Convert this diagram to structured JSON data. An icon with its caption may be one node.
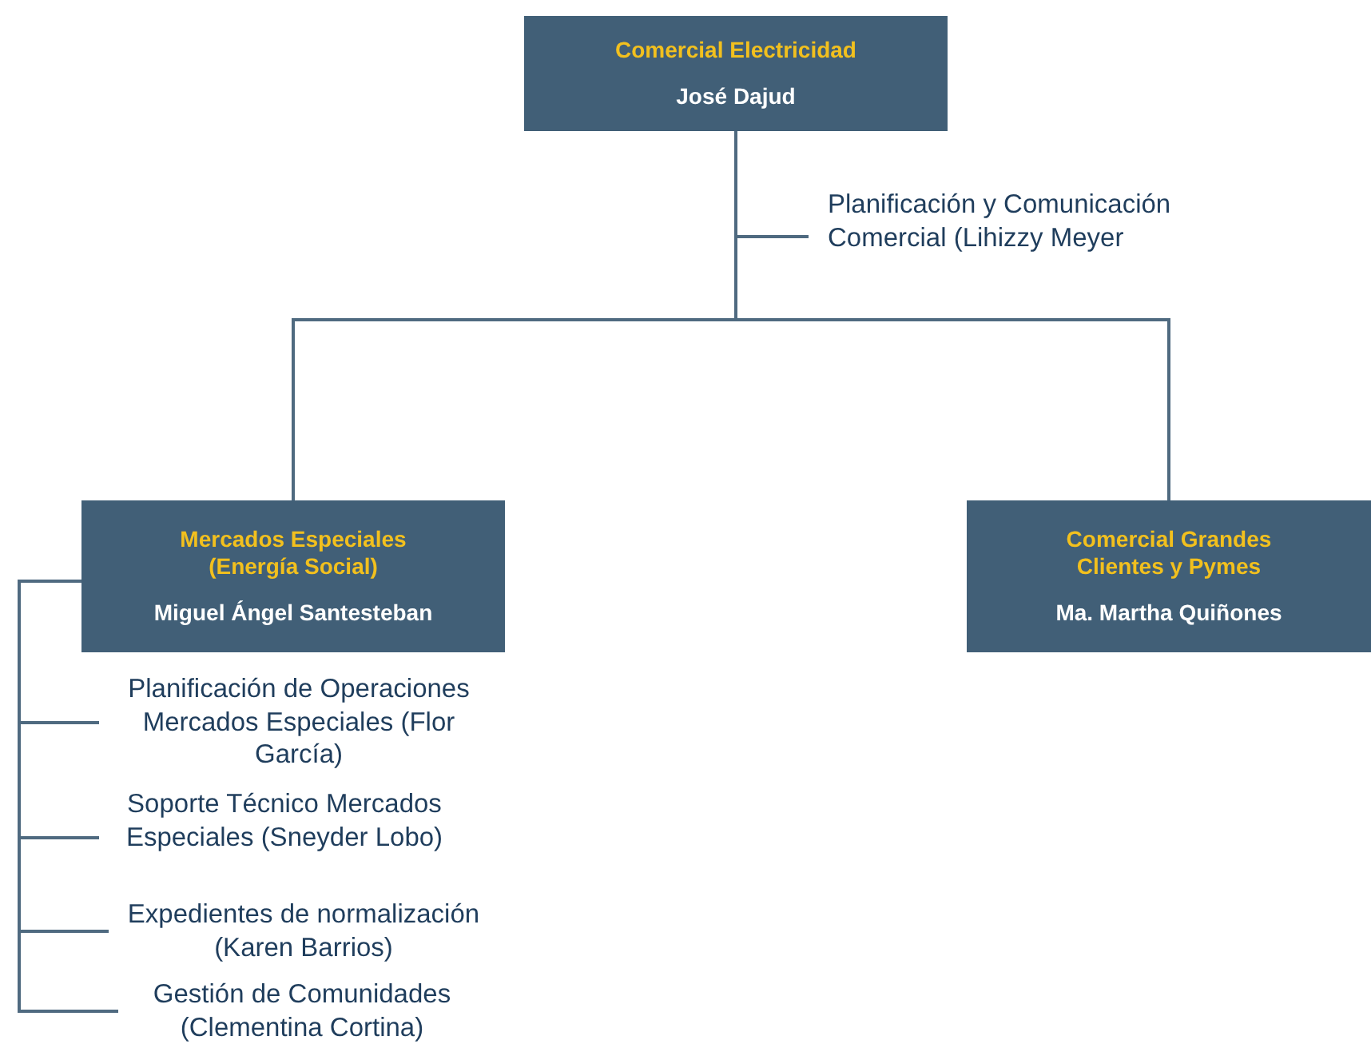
{
  "diagram": {
    "nodes": [
      {
        "text": [
          "Comercial Electricidad",
          "José Dajud"
        ]
      },
      {
        "text": [
          "Planificación y Comunicación Comercial (Lihizzy Meyer"
        ]
      },
      {
        "text": [
          "Mercados Especiales (Energía Social)",
          "Miguel Ángel Santesteban"
        ]
      },
      {
        "text": [
          "Comercial Grandes Clientes y Pymes",
          "Ma. Martha Quiñones"
        ]
      },
      {
        "text": [
          "Planificación de Operaciones Mercados Especiales (Flor García)"
        ]
      },
      {
        "text": [
          "Soporte Técnico Mercados Especiales (Sneyder Lobo)"
        ]
      },
      {
        "text": [
          "Expedientes de normalización (Karen Barrios)"
        ]
      },
      {
        "text": [
          "Gestión de Comunidades (Clementina Cortina)"
        ]
      }
    ],
    "edges": [
      {
        "from": 0,
        "to": 1,
        "arrow": "none"
      },
      {
        "from": 0,
        "to": 2,
        "arrow": "none"
      },
      {
        "from": 0,
        "to": 3,
        "arrow": "none"
      },
      {
        "from": 2,
        "to": 4,
        "arrow": "none"
      },
      {
        "from": 2,
        "to": 5,
        "arrow": "none"
      },
      {
        "from": 2,
        "to": 6,
        "arrow": "none"
      },
      {
        "from": 2,
        "to": 7,
        "arrow": "none"
      }
    ]
  }
}
